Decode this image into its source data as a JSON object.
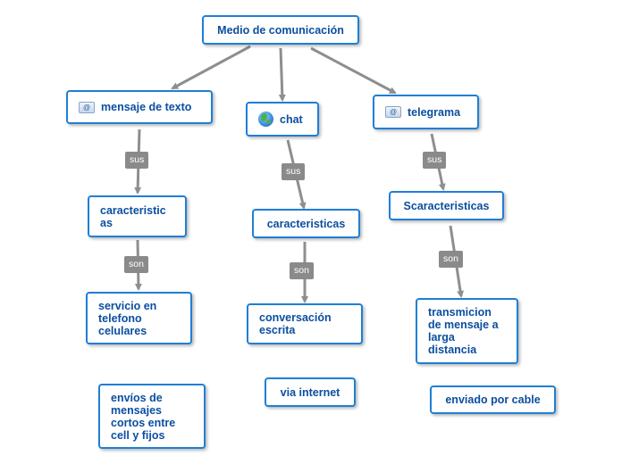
{
  "colors": {
    "node_border": "#1f7fd6",
    "node_text": "#0b4fa0",
    "connector": "#8e8e8e",
    "label_bg": "#8a8a8a"
  },
  "nodes": {
    "root": "Medio de comunicación",
    "mensaje": {
      "label": "mensaje de texto",
      "icon": "envelope-icon"
    },
    "chat": {
      "label": "chat",
      "icon": "globe-icon"
    },
    "telegrama": {
      "label": "telegrama",
      "icon": "envelope-icon"
    },
    "caract1": "caracteristic\nas",
    "caract2": "caracteristicas",
    "caract3": "Scaracteristicas",
    "servicio": "servicio en\ntelefono\ncelulares",
    "conversacion": "conversación\nescrita",
    "transmicion": "transmicion\nde mensaje a\nlarga\ndistancia",
    "envios": "envíos de\nmensajes\ncortos entre\ncell y fijos",
    "via": "via internet",
    "enviado": "enviado por cable"
  },
  "links": {
    "sus1": "sus",
    "sus2": "sus",
    "sus3": "sus",
    "son1": "son",
    "son2": "son",
    "son3": "son"
  }
}
